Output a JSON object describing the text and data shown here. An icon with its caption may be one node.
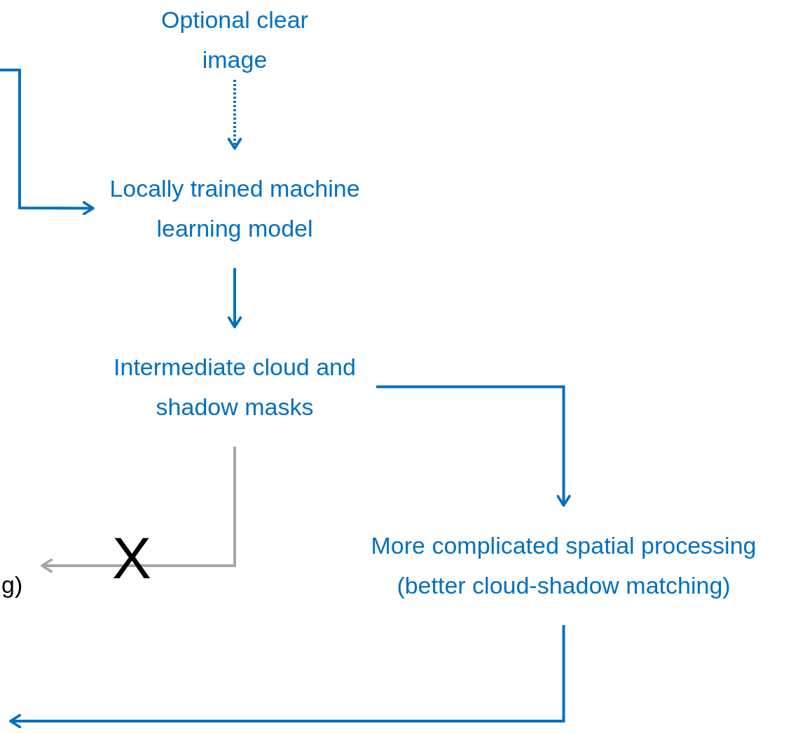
{
  "diagram": {
    "nodes": [
      {
        "text": [
          "Optional clear image"
        ]
      },
      {
        "text": [
          "Locally trained machine learning model"
        ]
      },
      {
        "text": [
          "Intermediate cloud and shadow masks"
        ]
      },
      {
        "text": [
          "More complicated spatial processing",
          "(better cloud-shadow matching)"
        ]
      }
    ],
    "edges": [
      {
        "from": 0,
        "to": 1,
        "arrow": "to",
        "style": "dashed"
      },
      {
        "from": null,
        "to": 1,
        "arrow": "to"
      },
      {
        "from": 1,
        "to": 2,
        "arrow": "to"
      },
      {
        "from": 2,
        "to": 3,
        "arrow": "to"
      },
      {
        "from": 2,
        "to": null,
        "arrow": "to",
        "color": "#a6a6a6"
      },
      {
        "from": 3,
        "to": null,
        "arrow": "to"
      }
    ],
    "labels": [
      "X",
      "g)"
    ]
  }
}
